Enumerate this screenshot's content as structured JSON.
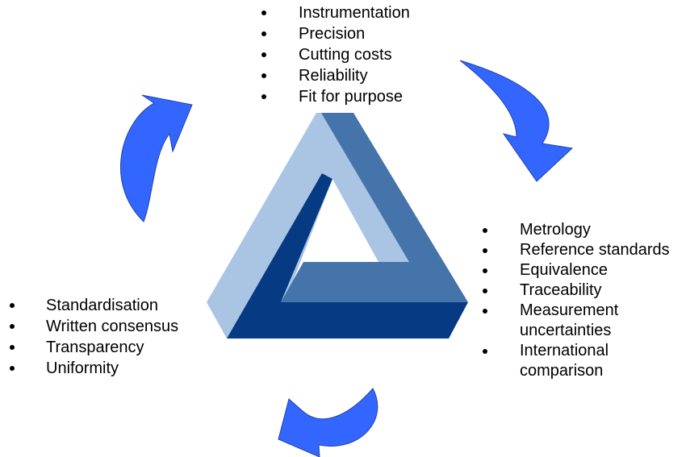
{
  "colors": {
    "light_face": "#a9c5e3",
    "mid_face": "#4574ab",
    "dark_face": "#063a82",
    "arrow_fill": "#3366ff",
    "arrow_stroke": "#2244aa"
  },
  "lists": {
    "top": [
      "Instrumentation",
      "Precision",
      "Cutting costs",
      "Reliability",
      "Fit for purpose"
    ],
    "right": [
      "Metrology",
      "Reference standards",
      "Equivalence",
      "Traceability",
      "Measurement uncertainties",
      "International comparison"
    ],
    "left": [
      "Standardisation",
      "Written consensus",
      "Transparency",
      "Uniformity"
    ]
  }
}
